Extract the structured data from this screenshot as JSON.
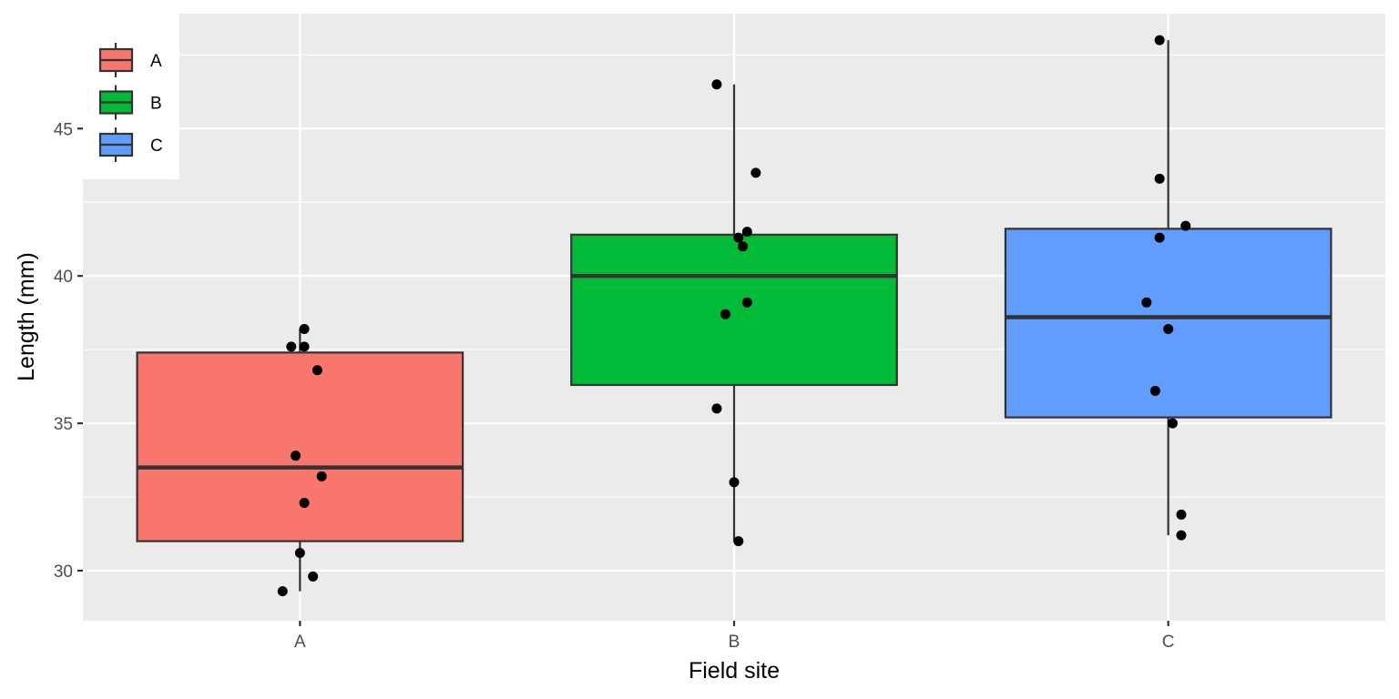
{
  "chart_data": {
    "type": "box",
    "title": "",
    "xlabel": "Field site",
    "ylabel": "Length (mm)",
    "categories": [
      "A",
      "B",
      "C"
    ],
    "ylim": [
      28.3,
      48.9
    ],
    "yticks": [
      30,
      35,
      40,
      45
    ],
    "grid": true,
    "legend": {
      "position": "top-left",
      "entries": [
        "A",
        "B",
        "C"
      ]
    },
    "colors": {
      "A": "#F8766D",
      "B": "#00BA38",
      "C": "#619CFF"
    },
    "boxes": [
      {
        "category": "A",
        "lower_whisker": 29.3,
        "q1": 31.0,
        "median": 33.5,
        "q3": 37.4,
        "upper_whisker": 38.2
      },
      {
        "category": "B",
        "lower_whisker": 31.0,
        "q1": 36.3,
        "median": 40.0,
        "q3": 41.4,
        "upper_whisker": 46.5
      },
      {
        "category": "C",
        "lower_whisker": 31.2,
        "q1": 35.2,
        "median": 38.6,
        "q3": 41.6,
        "upper_whisker": 48.0
      }
    ],
    "points": [
      {
        "category": "A",
        "jitter": -0.04,
        "y": 29.3
      },
      {
        "category": "A",
        "jitter": 0.03,
        "y": 29.8
      },
      {
        "category": "A",
        "jitter": 0.0,
        "y": 30.6
      },
      {
        "category": "A",
        "jitter": 0.01,
        "y": 32.3
      },
      {
        "category": "A",
        "jitter": 0.05,
        "y": 33.2
      },
      {
        "category": "A",
        "jitter": -0.01,
        "y": 33.9
      },
      {
        "category": "A",
        "jitter": 0.04,
        "y": 36.8
      },
      {
        "category": "A",
        "jitter": -0.02,
        "y": 37.6
      },
      {
        "category": "A",
        "jitter": 0.01,
        "y": 37.6
      },
      {
        "category": "A",
        "jitter": 0.01,
        "y": 38.2
      },
      {
        "category": "B",
        "jitter": 0.01,
        "y": 31.0
      },
      {
        "category": "B",
        "jitter": 0.0,
        "y": 33.0
      },
      {
        "category": "B",
        "jitter": -0.04,
        "y": 35.5
      },
      {
        "category": "B",
        "jitter": -0.02,
        "y": 38.7
      },
      {
        "category": "B",
        "jitter": 0.03,
        "y": 39.1
      },
      {
        "category": "B",
        "jitter": 0.02,
        "y": 41.0
      },
      {
        "category": "B",
        "jitter": 0.01,
        "y": 41.3
      },
      {
        "category": "B",
        "jitter": 0.03,
        "y": 41.5
      },
      {
        "category": "B",
        "jitter": 0.05,
        "y": 43.5
      },
      {
        "category": "B",
        "jitter": -0.04,
        "y": 46.5
      },
      {
        "category": "C",
        "jitter": 0.03,
        "y": 31.2
      },
      {
        "category": "C",
        "jitter": 0.03,
        "y": 31.9
      },
      {
        "category": "C",
        "jitter": 0.01,
        "y": 35.0
      },
      {
        "category": "C",
        "jitter": -0.03,
        "y": 36.1
      },
      {
        "category": "C",
        "jitter": 0.0,
        "y": 38.2
      },
      {
        "category": "C",
        "jitter": -0.05,
        "y": 39.1
      },
      {
        "category": "C",
        "jitter": -0.02,
        "y": 41.3
      },
      {
        "category": "C",
        "jitter": 0.04,
        "y": 41.7
      },
      {
        "category": "C",
        "jitter": -0.02,
        "y": 43.3
      },
      {
        "category": "C",
        "jitter": -0.02,
        "y": 48.0
      }
    ]
  }
}
